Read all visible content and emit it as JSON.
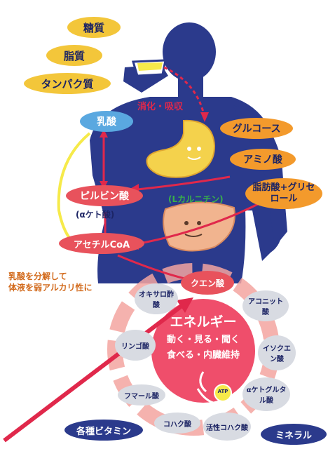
{
  "nutrients": [
    "糖質",
    "脂質",
    "タンパク質"
  ],
  "digestion": "消化・吸収",
  "absorbed": [
    "グルコース",
    "アミノ酸",
    "脂肪酸+グリセロール"
  ],
  "lactate": "乳酸",
  "pyruvate": "ピルビン酸",
  "keto_acid": "(αケト酸)",
  "acetyl_coa": "アセチルCoA",
  "carnitine": "(Lカルニチン)",
  "alkaline_note": [
    "乳酸を分解して",
    "体液を弱アルカリ性に"
  ],
  "tca_cycle": {
    "center": "クエン酸",
    "metabolites": [
      "オキサロ酢酸",
      "アコニット酸",
      "イソクエン酸",
      "αケトグルタル酸",
      "活性コハク酸",
      "コハク酸",
      "フマール酸",
      "リンゴ酸"
    ]
  },
  "energy": {
    "title": "エネルギー",
    "line1": "動く・見る・聞く",
    "line2": "食べる・内臓維持",
    "core": "ATP"
  },
  "vitamins": "各種ビタミン",
  "minerals": "ミネラル",
  "colors": {
    "body": "#2b3a8c",
    "nutrient_oval": "#f3c63a",
    "absorbed_oval": "#f39a2c",
    "pathway_oval": "#e8525c",
    "lactate_oval": "#5aa8e0",
    "energy_circle": "#ef4e6b",
    "cycle_ring": "#f3a4a0",
    "metabolite_oval": "#d8dbe2",
    "arrow_red": "#e0284b",
    "arrow_yellow": "#f6ea4a",
    "text_dark": "#1c2464",
    "text_note": "#d26a1c",
    "text_white": "#ffffff"
  }
}
